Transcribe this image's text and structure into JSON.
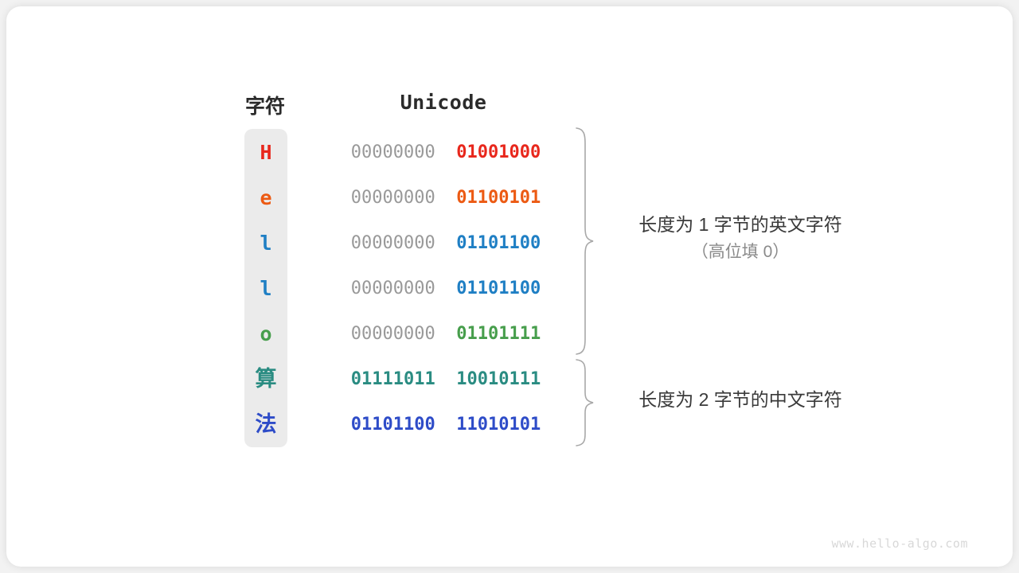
{
  "figure": {
    "background_color": "#f2f2f2",
    "card_color": "#ffffff",
    "char_column_color": "#ebebeb"
  },
  "headers": {
    "character": "字符",
    "unicode": "Unicode"
  },
  "rows": [
    {
      "char": "H",
      "char_color": "#e8271c",
      "high_byte": "00000000",
      "low_byte": "01001000",
      "high_color": "#999999",
      "low_color": "#e8271c",
      "kind": "latin"
    },
    {
      "char": "e",
      "char_color": "#ec5a13",
      "high_byte": "00000000",
      "low_byte": "01100101",
      "high_color": "#999999",
      "low_color": "#ec5a13",
      "kind": "latin"
    },
    {
      "char": "l",
      "char_color": "#1f7fc4",
      "high_byte": "00000000",
      "low_byte": "01101100",
      "high_color": "#999999",
      "low_color": "#1f7fc4",
      "kind": "latin"
    },
    {
      "char": "l",
      "char_color": "#1f7fc4",
      "high_byte": "00000000",
      "low_byte": "01101100",
      "high_color": "#999999",
      "low_color": "#1f7fc4",
      "kind": "latin"
    },
    {
      "char": "o",
      "char_color": "#479e4c",
      "high_byte": "00000000",
      "low_byte": "01101111",
      "high_color": "#999999",
      "low_color": "#479e4c",
      "kind": "latin"
    },
    {
      "char": "算",
      "char_color": "#2a8c82",
      "high_byte": "01111011",
      "low_byte": "10010111",
      "high_color": "#2a8c82",
      "low_color": "#2a8c82",
      "kind": "cjk"
    },
    {
      "char": "法",
      "char_color": "#2e4cc8",
      "high_byte": "01101100",
      "low_byte": "11010101",
      "high_color": "#2e4cc8",
      "low_color": "#2e4cc8",
      "kind": "cjk"
    }
  ],
  "annotations": [
    {
      "line1": "长度为 1 字节的英文字符",
      "line2": "（高位填 0）"
    },
    {
      "line1": "长度为 2 字节的中文字符",
      "line2": ""
    }
  ],
  "watermark": "www.hello-algo.com"
}
